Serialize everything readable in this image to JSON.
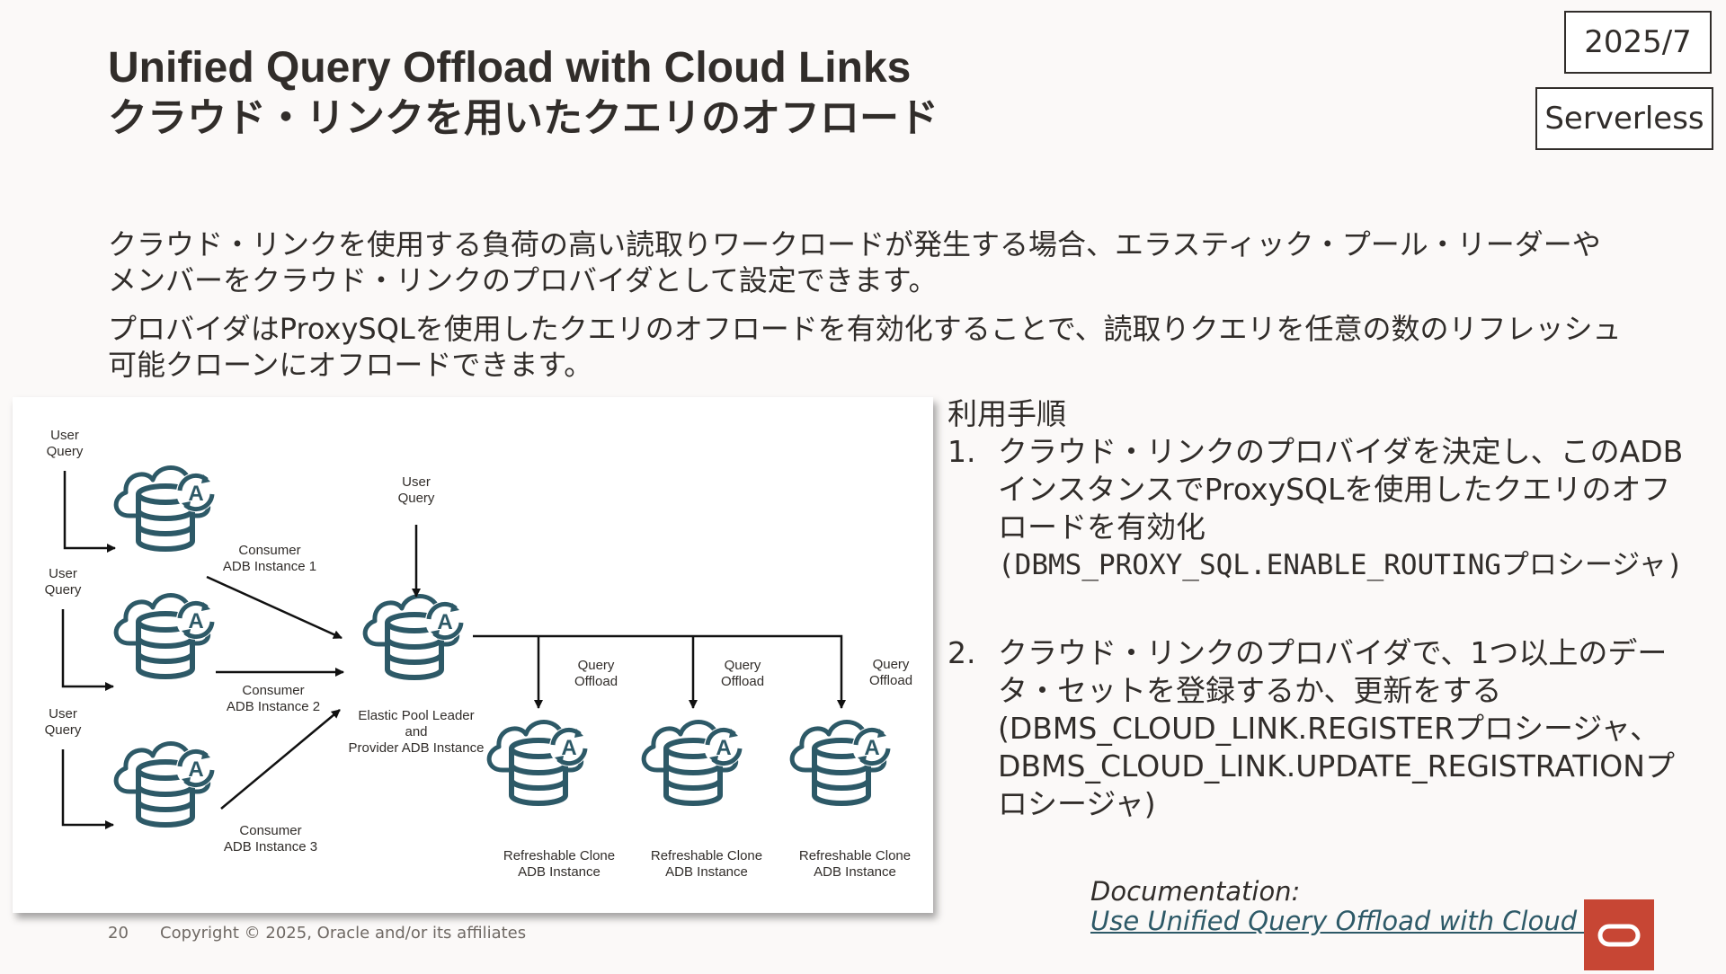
{
  "title": {
    "line1": "Unified Query Offload with Cloud Links",
    "line2": "クラウド・リンクを用いたクエリのオフロード"
  },
  "tags": {
    "date": "2025/7",
    "mode": "Serverless"
  },
  "paragraphs": {
    "p1": "クラウド・リンクを使用する負荷の高い読取りワークロードが発生する場合、エラスティック・プール・リーダーやメンバーをクラウド・リンクのプロバイダとして設定できます。",
    "p2": "プロバイダはProxySQLを使用したクエリのオフロードを有効化することで、読取りクエリを任意の数のリフレッシュ可能クローンにオフロードできます。"
  },
  "diagram": {
    "user_query_1": "User\nQuery",
    "user_query_2": "User\nQuery",
    "user_query_3": "User\nQuery",
    "user_query_center": "User\nQuery",
    "consumer_1": "Consumer\nADB Instance 1",
    "consumer_2": "Consumer\nADB Instance 2",
    "consumer_3": "Consumer\nADB Instance 3",
    "leader": "Elastic Pool Leader\nand\nProvider ADB Instance",
    "offload_1": "Query\nOffload",
    "offload_2": "Query\nOffload",
    "offload_3": "Query\nOffload",
    "clone_1": "Refreshable Clone\nADB Instance",
    "clone_2": "Refreshable Clone\nADB Instance",
    "clone_3": "Refreshable Clone\nADB Instance",
    "icon": "autonomous-database-icon",
    "icon_color": "#2d5967"
  },
  "steps": {
    "heading": "利用手順",
    "s1_num": "1.",
    "s1_text": "クラウド・リンクのプロバイダを決定し、このADBインスタンスでProxySQLを使用したクエリのオフロードを有効化",
    "s1_code": "(DBMS_PROXY_SQL.ENABLE_ROUTINGプロシージャ)",
    "s2_num": "2.",
    "s2_text": "クラウド・リンクのプロバイダで、1つ以上のデータ・セットを登録するか、更新をする",
    "s2_code": "(DBMS_CLOUD_LINK.REGISTERプロシージャ、DBMS_CLOUD_LINK.UPDATE_REGISTRATIONプロシージャ)"
  },
  "documentation": {
    "label": "Documentation: ",
    "link_text": "Use Unified Query Offload with Cloud Links"
  },
  "footer": {
    "page": "20",
    "copyright": "Copyright © 2025, Oracle and/or its affiliates"
  },
  "colors": {
    "accent": "#c74634",
    "text": "#312d2a",
    "diagram": "#2d5967"
  }
}
